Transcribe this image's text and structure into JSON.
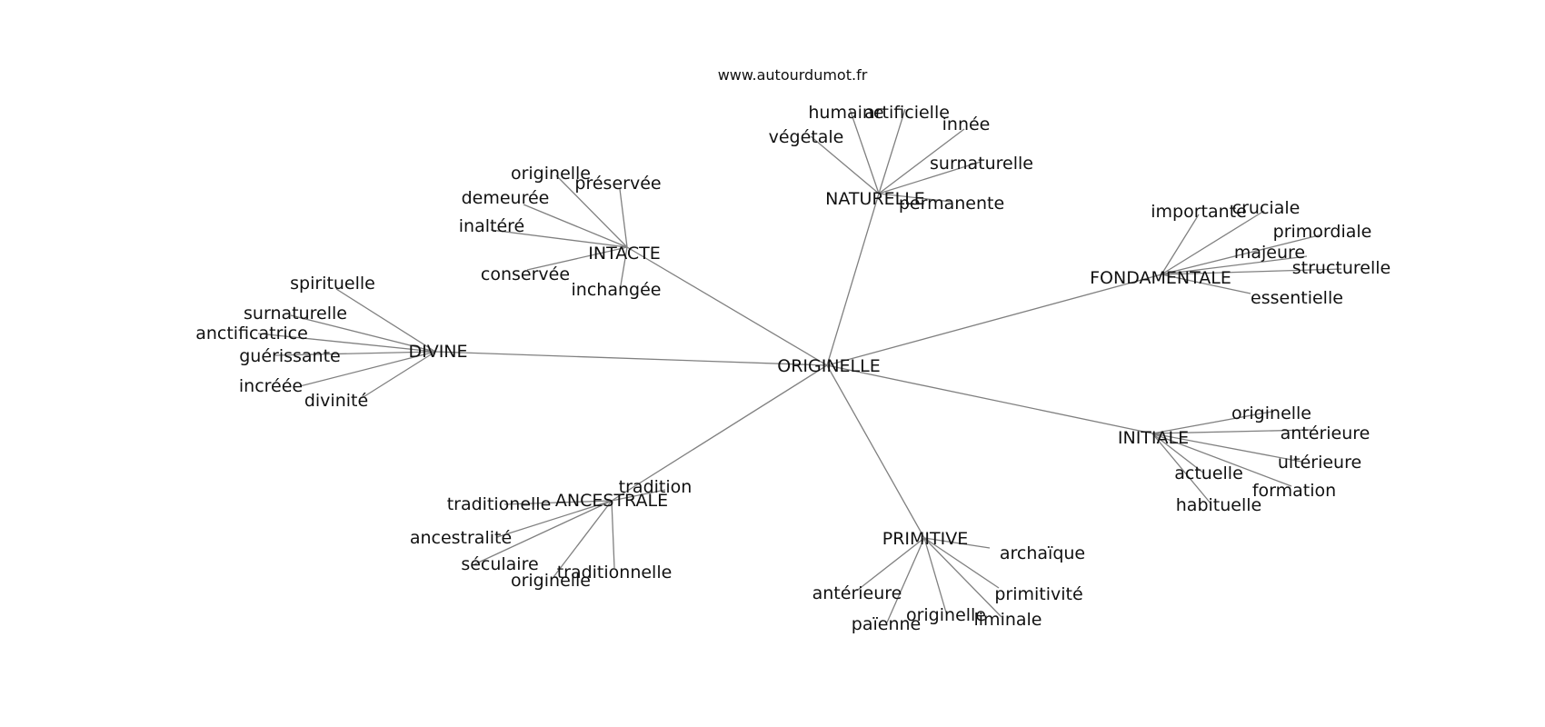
{
  "source": "www.autourdumot.fr",
  "center": "ORIGINELLE",
  "groups": [
    {
      "id": "naturelle",
      "label": "NATURELLE",
      "words": [
        "végétale",
        "humaine",
        "artificielle",
        "innée",
        "surnaturelle",
        "permanente"
      ]
    },
    {
      "id": "intacte",
      "label": "INTACTE",
      "words": [
        "originelle",
        "préservée",
        "demeurée",
        "inaltéré",
        "conservée",
        "inchangée"
      ]
    },
    {
      "id": "fondamentale",
      "label": "FONDAMENTALE",
      "words": [
        "importante",
        "cruciale",
        "primordiale",
        "majeure",
        "structurelle",
        "essentielle"
      ]
    },
    {
      "id": "divine",
      "label": "DIVINE",
      "words": [
        "spirituelle",
        "surnaturelle",
        "anctificatrice",
        "guérissante",
        "incréée",
        "divinité"
      ]
    },
    {
      "id": "initiale",
      "label": "INITIALE",
      "words": [
        "originelle",
        "antérieure",
        "ultérieure",
        "actuelle",
        "formation",
        "habituelle"
      ]
    },
    {
      "id": "ancestrale",
      "label": "ANCESTRALE",
      "words": [
        "tradition",
        "traditionelle",
        "ancestralité",
        "séculaire",
        "originelle",
        "traditionnelle"
      ]
    },
    {
      "id": "primitive",
      "label": "PRIMITIVE",
      "words": [
        "archaïque",
        "antérieure",
        "primitivité",
        "païenne",
        "originelle",
        "liminale"
      ]
    }
  ]
}
